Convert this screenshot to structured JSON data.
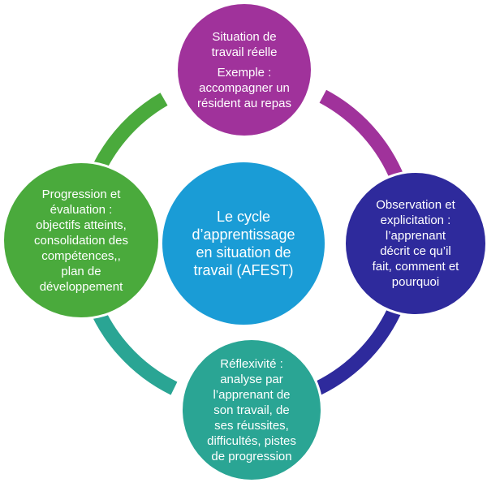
{
  "diagram": {
    "title": "Le cycle d’apprentissage en situation de travail (AFEST)",
    "center": {
      "lines": [
        "Le cycle",
        "d’apprentissage",
        "en situation de",
        "travail (AFEST)"
      ],
      "color": "#1a9cd6"
    },
    "stages": [
      {
        "id": "situation",
        "position": "top",
        "color": "#a0329b",
        "heading_lines": [
          "Situation de",
          "travail réelle"
        ],
        "body_lines": [
          "Exemple :",
          "accompagner un",
          "résident au repas"
        ]
      },
      {
        "id": "observation",
        "position": "right",
        "color": "#2e2a9c",
        "heading_lines": [
          "Observation et",
          "explicitation :"
        ],
        "body_lines": [
          "l’apprenant",
          "décrit ce qu’il",
          "fait, comment et",
          "pourquoi"
        ]
      },
      {
        "id": "reflexivite",
        "position": "bottom",
        "color": "#2aa594",
        "heading_lines": [
          "Réflexivité :"
        ],
        "body_lines": [
          "analyse par",
          "l’apprenant de",
          "son travail, de",
          "ses réussites,",
          "difficultés, pistes",
          "de progression"
        ]
      },
      {
        "id": "progression",
        "position": "left",
        "color": "#4aaa3c",
        "heading_lines": [
          "Progression et",
          "évaluation :"
        ],
        "body_lines": [
          "objectifs atteints,",
          "consolidation des",
          "compétences,,",
          "plan de",
          "développement"
        ]
      }
    ],
    "arcs": [
      {
        "from": "situation",
        "to": "observation",
        "color": "#a0329b"
      },
      {
        "from": "observation",
        "to": "reflexivite",
        "color": "#2e2a9c"
      },
      {
        "from": "reflexivite",
        "to": "progression",
        "color": "#2aa594"
      },
      {
        "from": "progression",
        "to": "situation",
        "color": "#4aaa3c"
      }
    ]
  }
}
